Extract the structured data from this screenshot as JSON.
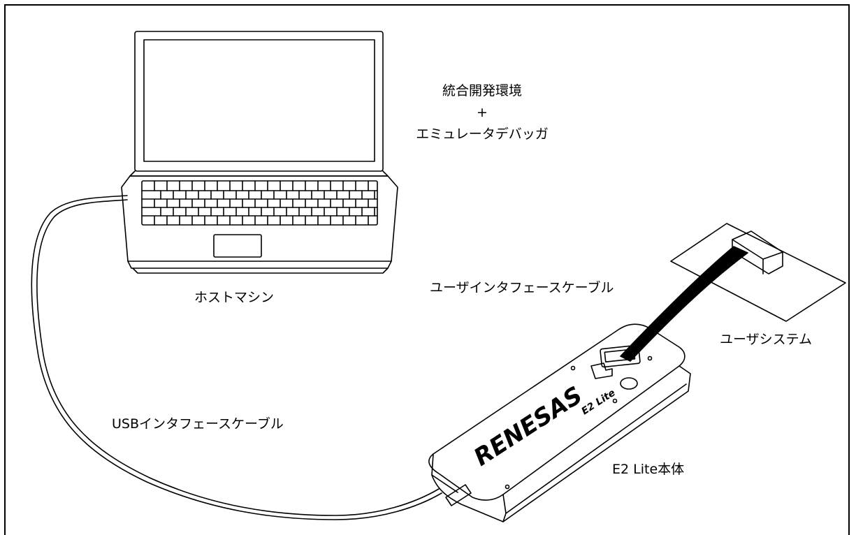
{
  "labels": {
    "ide": "統合開発環境",
    "plus": "+",
    "debugger": "エミュレータデバッガ",
    "host": "ホストマシン",
    "user_if_cable": "ユーザインタフェースケーブル",
    "user_system": "ユーザシステム",
    "usb_if_cable": "USBインタフェースケーブル",
    "e2_body": "E2 Lite本体"
  },
  "device": {
    "brand": "RENESAS",
    "model": "E2 Lite"
  }
}
